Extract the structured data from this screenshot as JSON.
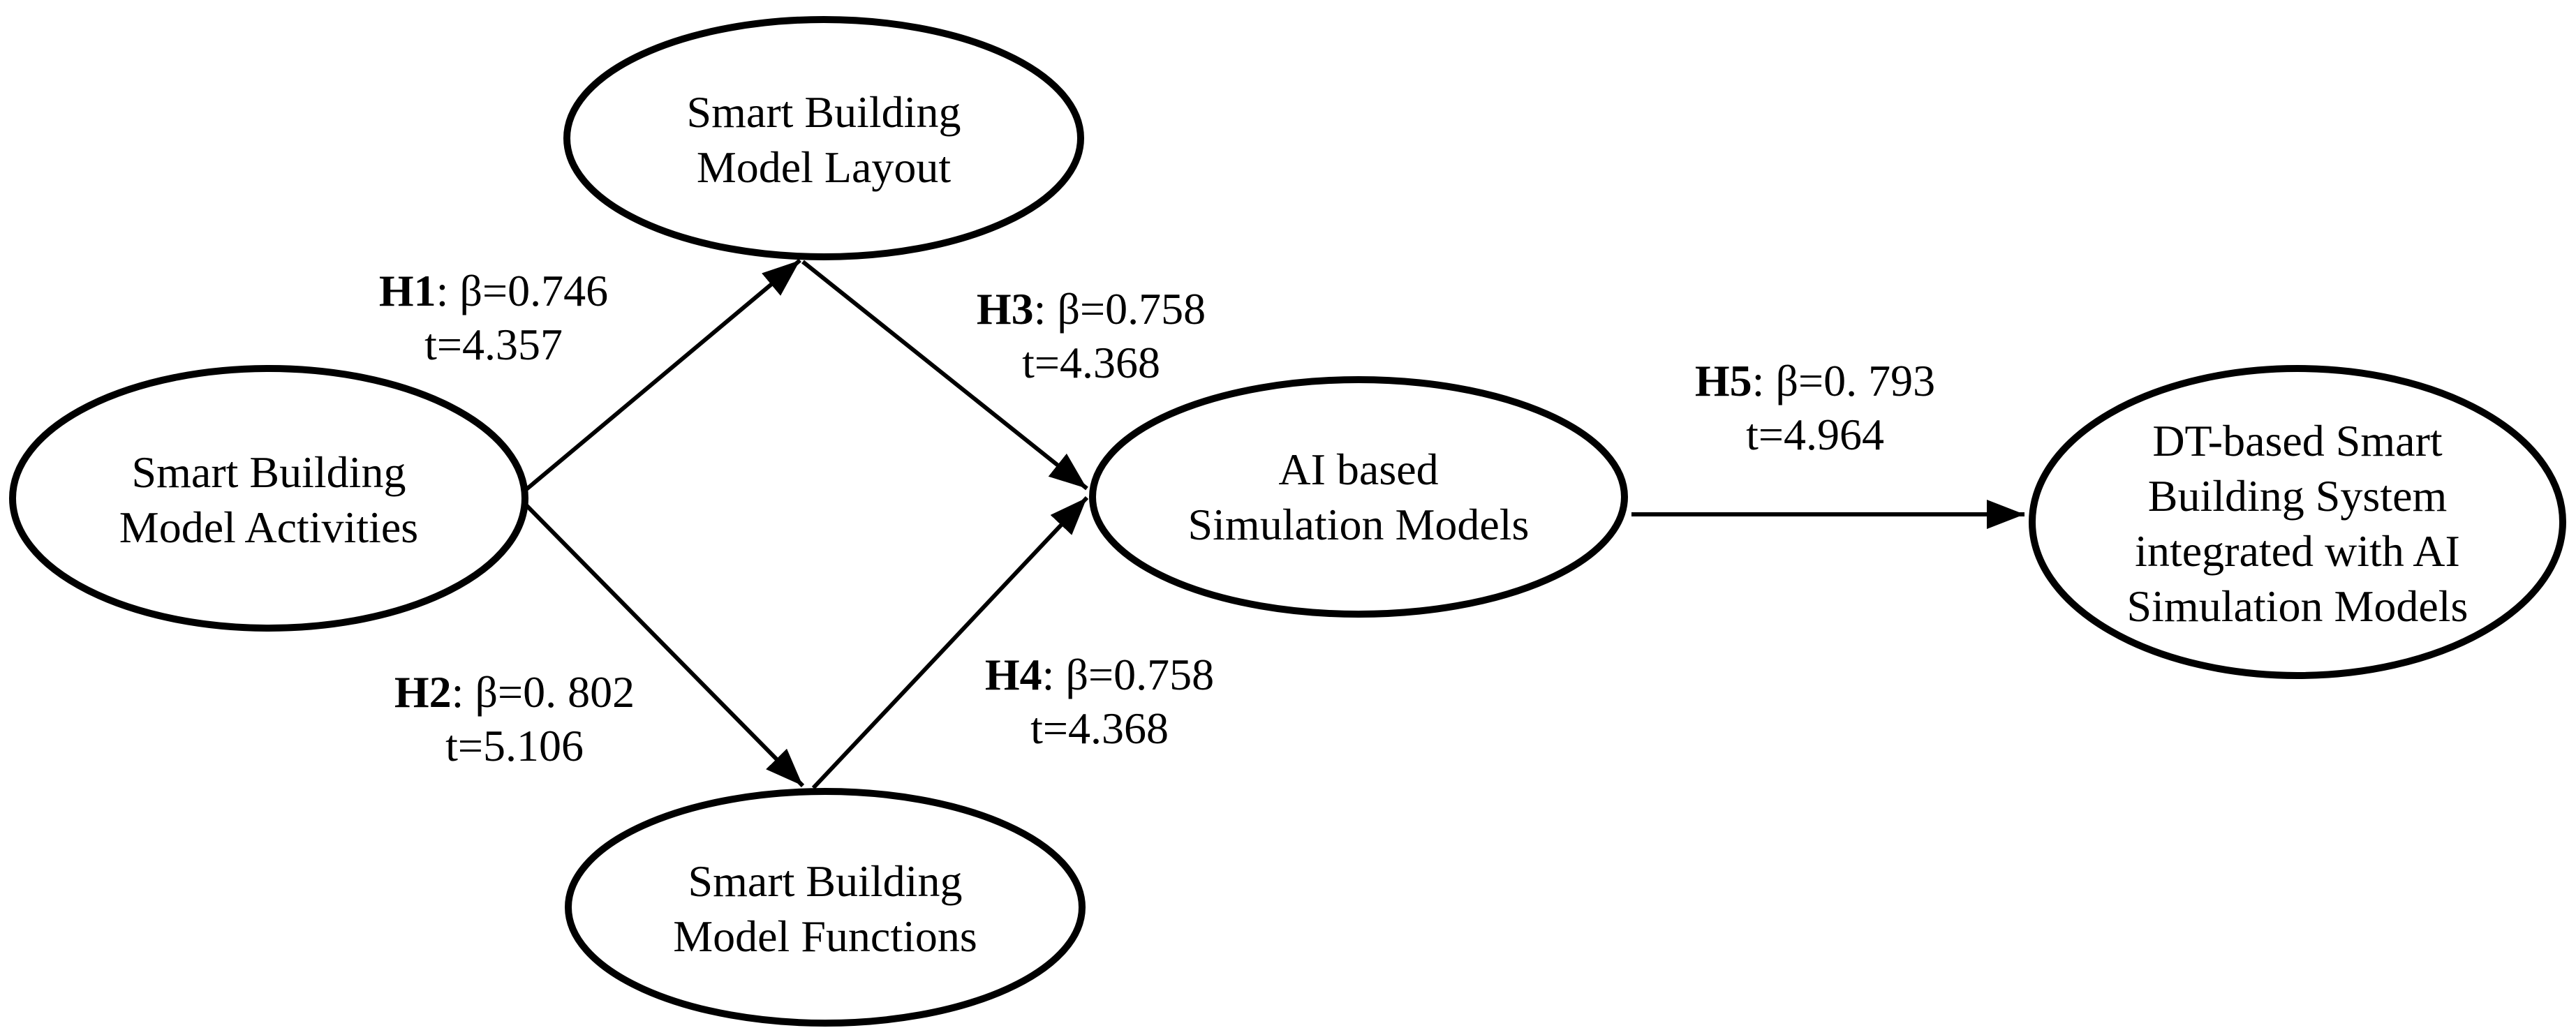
{
  "figure": {
    "type": "structural-path-diagram",
    "background_color": "#ffffff",
    "line_color": "#000000",
    "text_color": "#000000",
    "nodes": [
      {
        "id": "smart-building-model-activities",
        "lines": [
          "Smart Building",
          "Model Activities"
        ]
      },
      {
        "id": "smart-building-model-layout",
        "lines": [
          "Smart Building",
          "Model Layout"
        ]
      },
      {
        "id": "smart-building-model-functions",
        "lines": [
          "Smart Building",
          "Model Functions"
        ]
      },
      {
        "id": "ai-based-simulation-models",
        "lines": [
          "AI based",
          "Simulation Models"
        ]
      },
      {
        "id": "dt-based-smart-building-system",
        "lines": [
          "DT-based Smart",
          "Building System",
          "integrated with AI",
          "Simulation Models"
        ]
      }
    ],
    "edges": [
      {
        "id": "H1",
        "from": "smart-building-model-activities",
        "to": "smart-building-model-layout",
        "beta": ": β=0.746",
        "t": "t=4.357"
      },
      {
        "id": "H2",
        "from": "smart-building-model-activities",
        "to": "smart-building-model-functions",
        "beta": ": β=0. 802",
        "t": "t=5.106"
      },
      {
        "id": "H3",
        "from": "smart-building-model-layout",
        "to": "ai-based-simulation-models",
        "beta": ": β=0.758",
        "t": "t=4.368"
      },
      {
        "id": "H4",
        "from": "smart-building-model-functions",
        "to": "ai-based-simulation-models",
        "beta": ": β=0.758",
        "t": "t=4.368"
      },
      {
        "id": "H5",
        "from": "ai-based-simulation-models",
        "to": "dt-based-smart-building-system",
        "beta": ": β=0. 793",
        "t": "t=4.964"
      }
    ]
  }
}
